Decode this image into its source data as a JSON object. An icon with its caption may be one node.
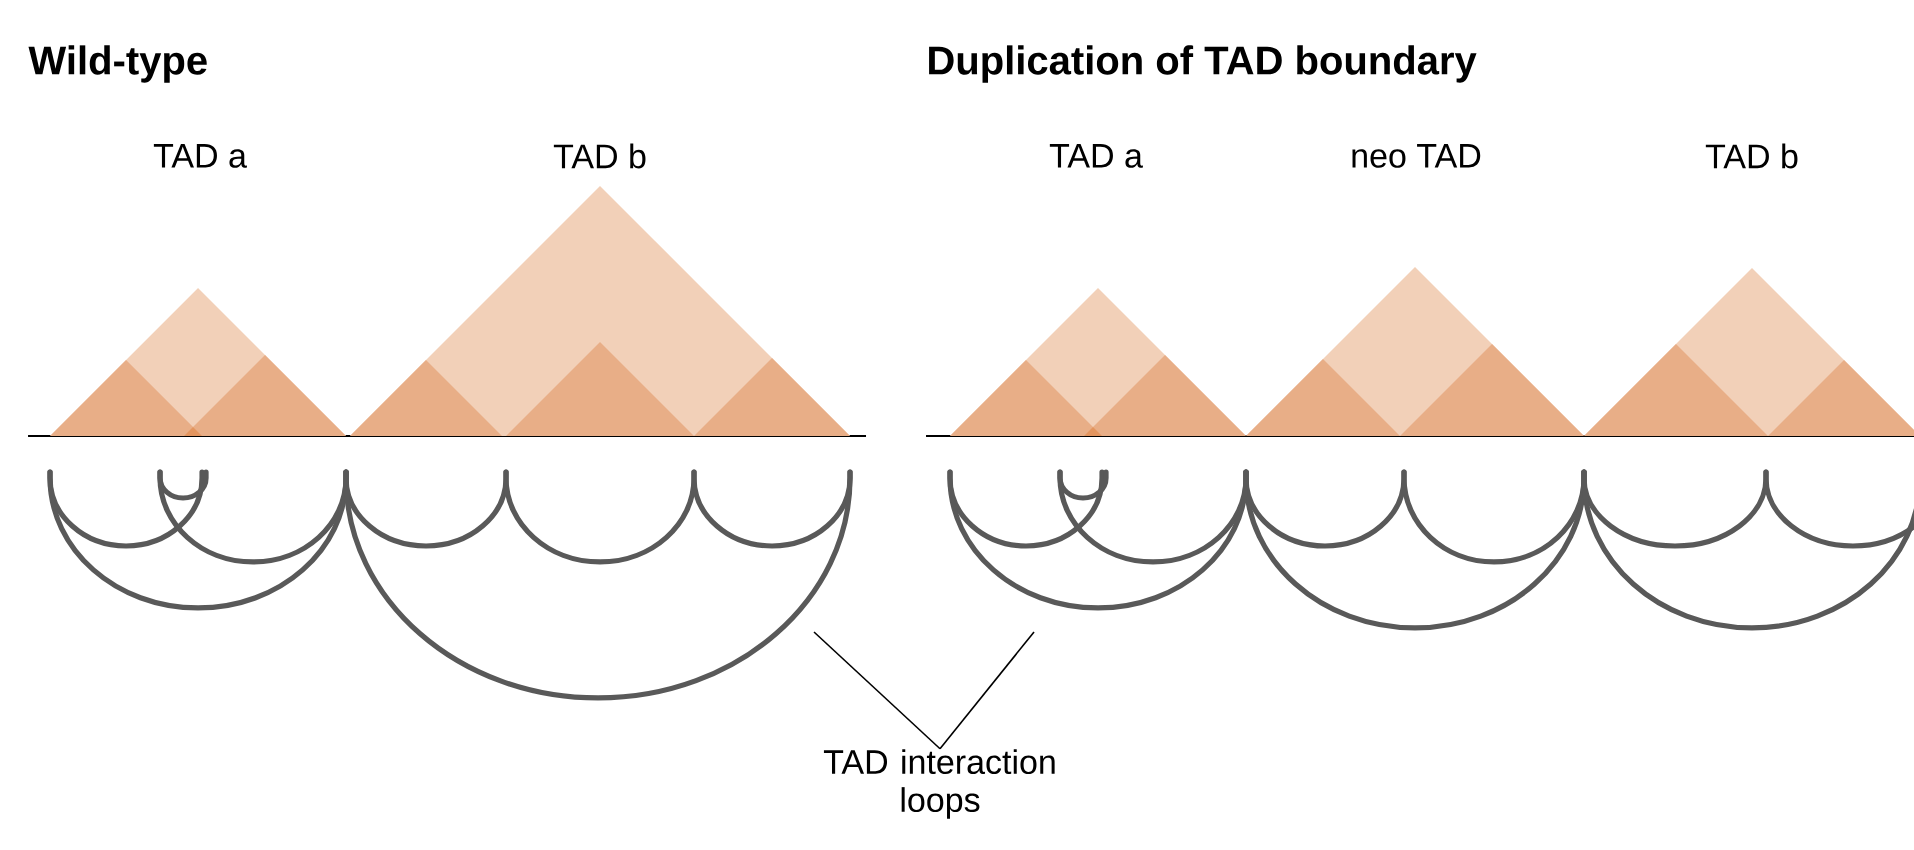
{
  "diagram": {
    "nodes": [
      {
        "text": [
          "TAD interaction loops"
        ]
      },
      {
        "text": [],
        "shape": "arc"
      },
      {
        "text": [],
        "shape": "arc"
      }
    ],
    "edges": [
      {
        "from": 0,
        "to": 1,
        "arrow": "none"
      },
      {
        "from": 0,
        "to": 2,
        "arrow": "none"
      }
    ],
    "labels": [
      "Wild-type",
      "TAD a",
      "TAD b",
      "Duplication of TAD boundary",
      "TAD a",
      "neo TAD",
      "TAD b"
    ]
  }
}
